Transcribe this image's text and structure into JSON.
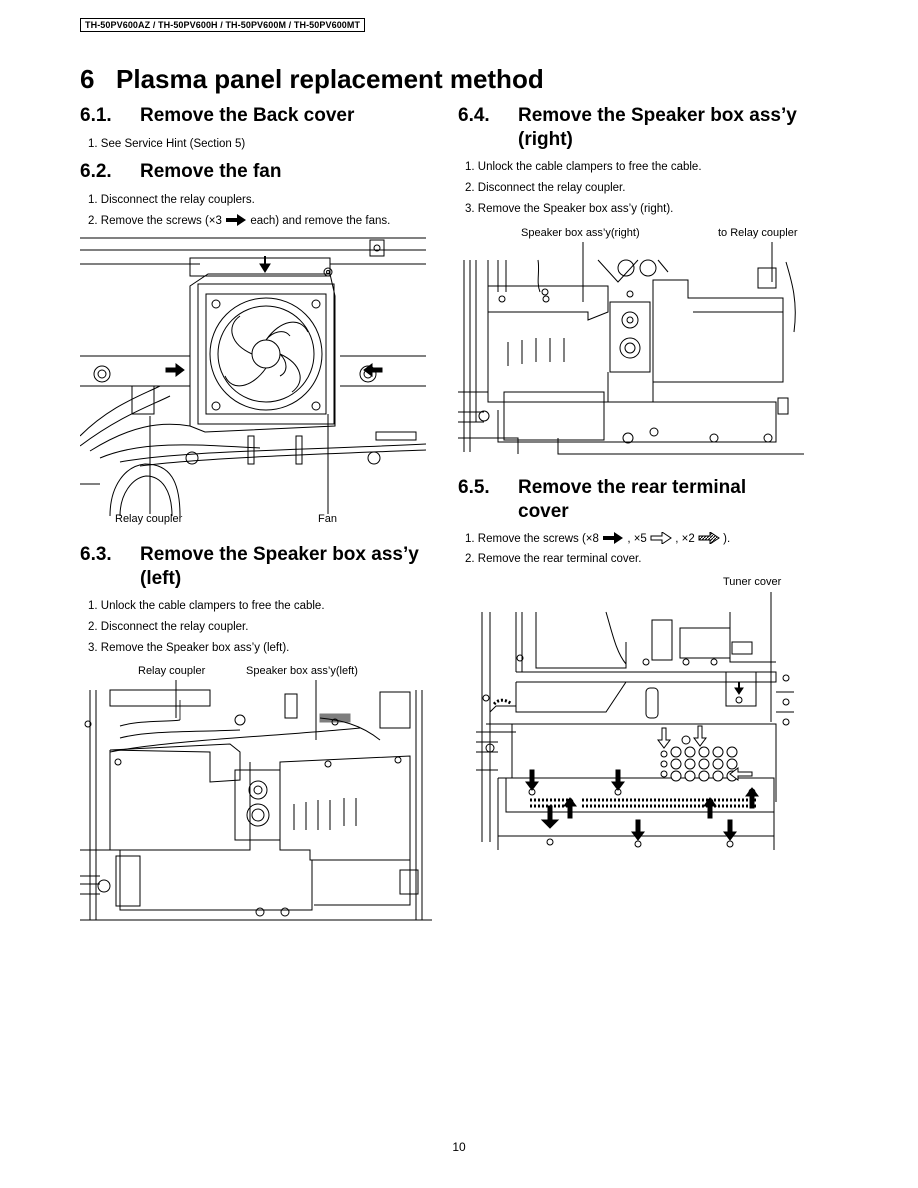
{
  "header": {
    "models": "TH-50PV600AZ / TH-50PV600H / TH-50PV600M / TH-50PV600MT"
  },
  "title": {
    "number": "6",
    "text": "Plasma panel replacement method"
  },
  "sections": {
    "s61": {
      "number": "6.1.",
      "title": "Remove the Back cover",
      "steps": [
        "1. See Service Hint (Section 5)"
      ]
    },
    "s62": {
      "number": "6.2.",
      "title": "Remove the fan",
      "steps": [
        "1. Disconnect the relay couplers.",
        "2. Remove the screws (×3",
        "each) and remove the fans."
      ],
      "labels": [
        "Relay coupler",
        "Fan"
      ]
    },
    "s63": {
      "number": "6.3.",
      "title_line1": "Remove the Speaker box ass’y",
      "title_line2": "(left)",
      "steps": [
        "1. Unlock the cable clampers to free the cable.",
        "2. Disconnect the relay coupler.",
        "3. Remove the Speaker box ass’y (left)."
      ],
      "labels": [
        "Relay coupler",
        "Speaker box ass’y(left)"
      ]
    },
    "s64": {
      "number": "6.4.",
      "title_line1": "Remove the Speaker box ass’y",
      "title_line2": "(right)",
      "steps": [
        "1. Unlock the cable clampers to free the cable.",
        "2. Disconnect the relay coupler.",
        "3. Remove the Speaker box ass’y (right)."
      ],
      "labels": [
        "Speaker box ass’y(right)",
        "to Relay coupler"
      ]
    },
    "s65": {
      "number": "6.5.",
      "title_line1": "Remove the rear terminal",
      "title_line2": "cover",
      "steps": [
        "1. Remove the screws (×8",
        ", ×5",
        ", ×2",
        ").",
        "2. Remove the rear terminal cover."
      ],
      "labels": [
        "Tuner cover"
      ]
    }
  },
  "page_number": "10"
}
